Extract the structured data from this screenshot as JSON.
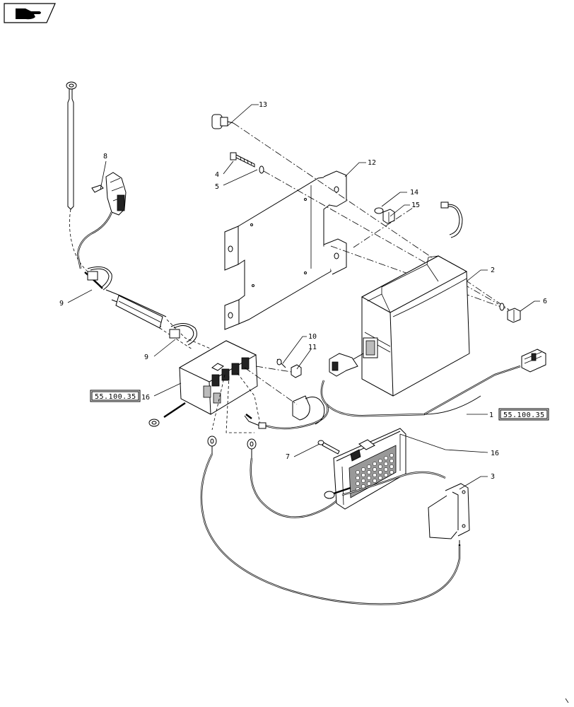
{
  "callouts": {
    "c1": "1",
    "c2": "2",
    "c3": "3",
    "c4": "4",
    "c5": "5",
    "c6": "6",
    "c7": "7",
    "c8": "8",
    "c9a": "9",
    "c9b": "9",
    "c10": "10",
    "c11": "11",
    "c12": "12",
    "c13": "13",
    "c14": "14",
    "c15": "15",
    "c16a": "16",
    "c16b": "16"
  },
  "references": {
    "left_ref": "55.100.35",
    "right_ref": "55.100.35"
  },
  "icons": {
    "nav": "hand-pointing-right-icon"
  }
}
